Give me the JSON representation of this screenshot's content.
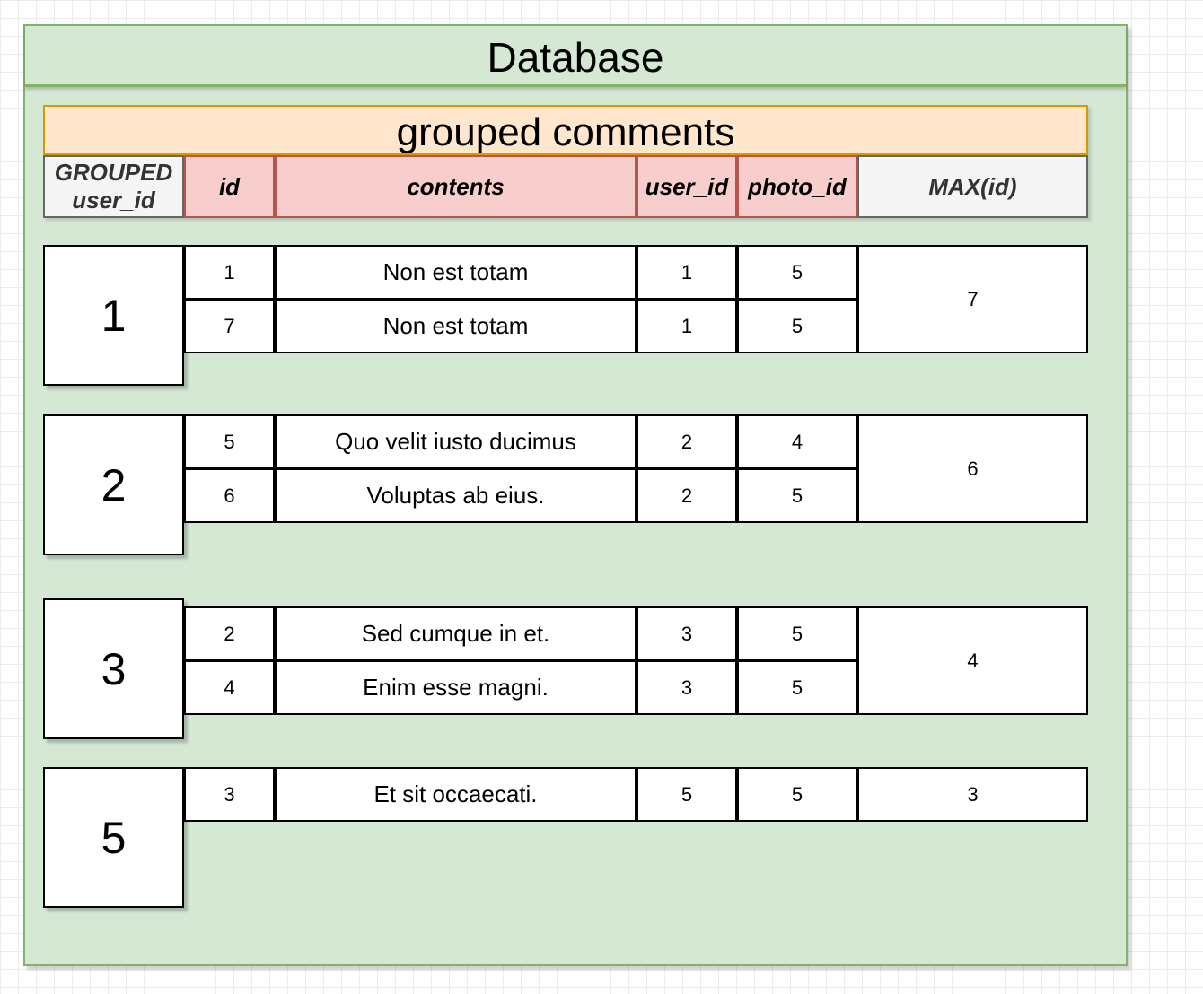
{
  "database_title": "Database",
  "table_title": "grouped comments",
  "headers": {
    "grouped_line1": "GROUPED",
    "grouped_line2": "user_id",
    "id": "id",
    "contents": "contents",
    "user_id": "user_id",
    "photo_id": "photo_id",
    "max_id": "MAX(id)"
  },
  "groups": [
    {
      "user_id": "1",
      "max_id": "7",
      "rows": [
        {
          "id": "1",
          "contents": "Non est totam",
          "user_id": "1",
          "photo_id": "5"
        },
        {
          "id": "7",
          "contents": "Non est totam",
          "user_id": "1",
          "photo_id": "5"
        }
      ]
    },
    {
      "user_id": "2",
      "max_id": "6",
      "rows": [
        {
          "id": "5",
          "contents": "Quo velit iusto ducimus",
          "user_id": "2",
          "photo_id": "4"
        },
        {
          "id": "6",
          "contents": "Voluptas ab eius.",
          "user_id": "2",
          "photo_id": "5"
        }
      ]
    },
    {
      "user_id": "3",
      "max_id": "4",
      "rows": [
        {
          "id": "2",
          "contents": "Sed cumque in et.",
          "user_id": "3",
          "photo_id": "5"
        },
        {
          "id": "4",
          "contents": "Enim esse magni.",
          "user_id": "3",
          "photo_id": "5"
        }
      ]
    },
    {
      "user_id": "5",
      "max_id": "3",
      "rows": [
        {
          "id": "3",
          "contents": "Et sit occaecati.",
          "user_id": "5",
          "photo_id": "5"
        }
      ]
    }
  ],
  "colors": {
    "panel_fill": "#d5e8d4",
    "panel_border": "#82b366",
    "title_fill": "#ffe6cc",
    "title_border": "#d79b00",
    "column_header_fill": "#f8cecc",
    "column_header_border": "#b85450",
    "grouped_header_fill": "#f5f5f5"
  }
}
